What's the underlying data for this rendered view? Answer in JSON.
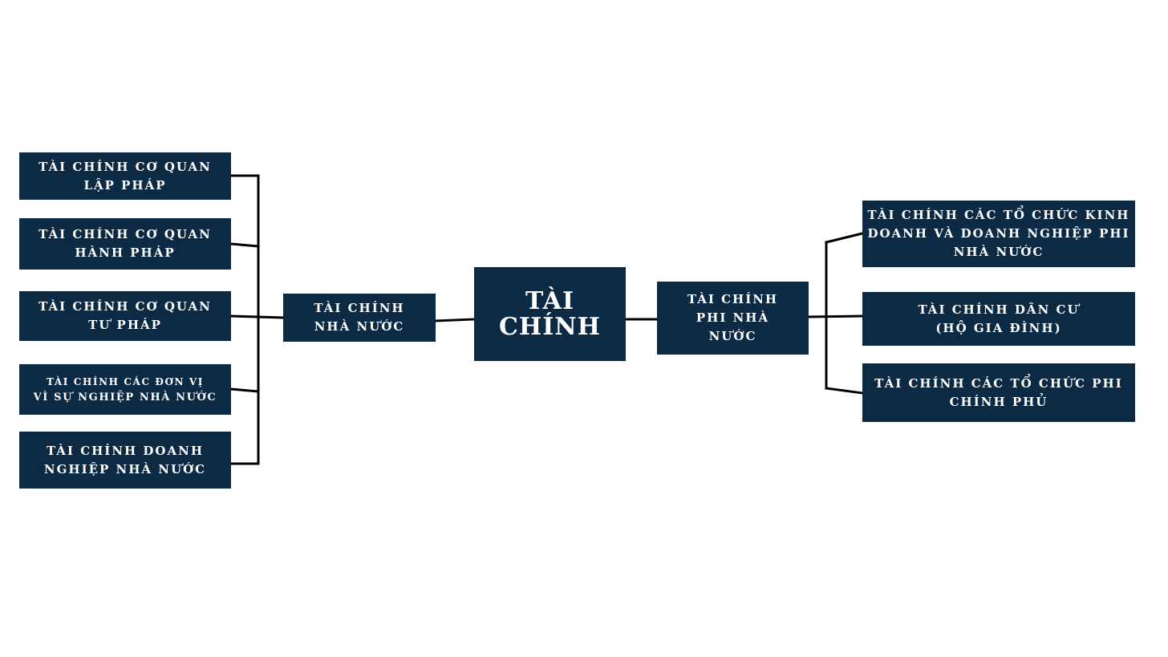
{
  "root": {
    "lines": [
      "TÀI",
      "CHÍNH"
    ]
  },
  "state_finance": {
    "label": {
      "lines": [
        "TÀI CHÍNH",
        "NHÀ NƯỚC"
      ]
    },
    "children": [
      {
        "lines": [
          "TÀI CHÍNH CƠ QUAN",
          "LẬP PHÁP"
        ]
      },
      {
        "lines": [
          "TÀI CHÍNH CƠ QUAN",
          "HÀNH PHÁP"
        ]
      },
      {
        "lines": [
          "TÀI CHÍNH CƠ QUAN",
          "TƯ PHÁP"
        ]
      },
      {
        "lines": [
          "TÀI CHÍNH CÁC ĐƠN VỊ",
          "VÌ SỰ NGHIỆP NHÀ NƯỚC"
        ]
      },
      {
        "lines": [
          "TÀI CHÍNH DOANH",
          "NGHIỆP NHÀ NƯỚC"
        ]
      }
    ]
  },
  "non_state_finance": {
    "label": {
      "lines": [
        "TÀI CHÍNH",
        "PHI NHÀ",
        "NƯỚC"
      ]
    },
    "children": [
      {
        "lines": [
          "TÀI CHÍNH CÁC TỔ CHỨC KINH",
          "DOANH VÀ DOANH NGHIỆP PHI",
          "NHÀ NƯỚC"
        ]
      },
      {
        "lines": [
          "TÀI CHÍNH DÂN CƯ",
          "(HỘ GIA ĐÌNH)"
        ]
      },
      {
        "lines": [
          "TÀI CHÍNH CÁC TỔ CHỨC PHI",
          "CHÍNH PHỦ"
        ]
      }
    ]
  },
  "colors": {
    "box": "#0c2a44",
    "text": "#ffffff",
    "line": "#000000",
    "background": "#ffffff"
  }
}
